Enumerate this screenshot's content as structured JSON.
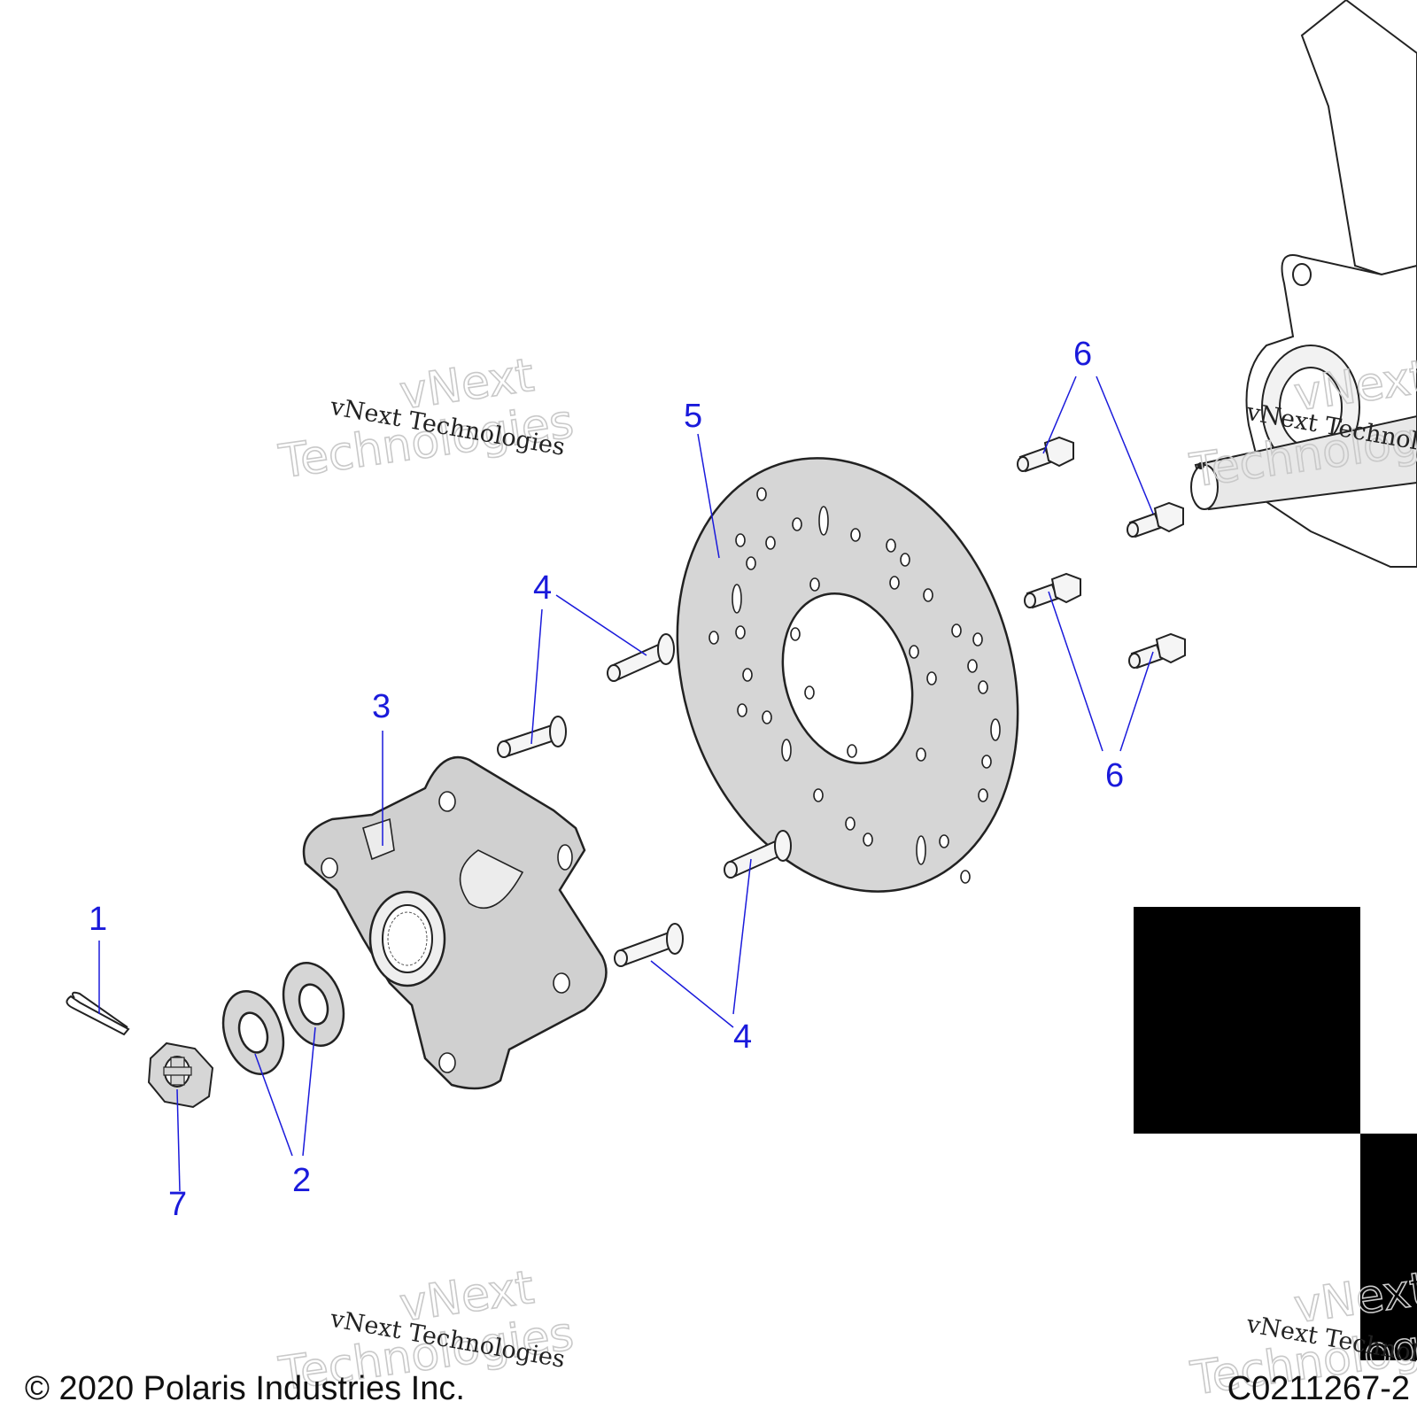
{
  "callouts": [
    {
      "id": "1",
      "label": "1"
    },
    {
      "id": "2",
      "label": "2"
    },
    {
      "id": "3",
      "label": "3"
    },
    {
      "id": "4",
      "label": "4"
    },
    {
      "id": "5",
      "label": "5"
    },
    {
      "id": "6",
      "label": "6"
    },
    {
      "id": "7",
      "label": "7"
    }
  ],
  "watermark": {
    "serif_text": "vNext Technologies",
    "outline_line1": "vNext",
    "outline_line2": "Technologies"
  },
  "footer": {
    "copyright": "© 2020 Polaris Industries Inc.",
    "drawing_id": "C0211267-2"
  },
  "colors": {
    "callout": "#1a1adb",
    "line": "#222222",
    "part_fill": "#d6d6d6",
    "background": "#ffffff"
  }
}
